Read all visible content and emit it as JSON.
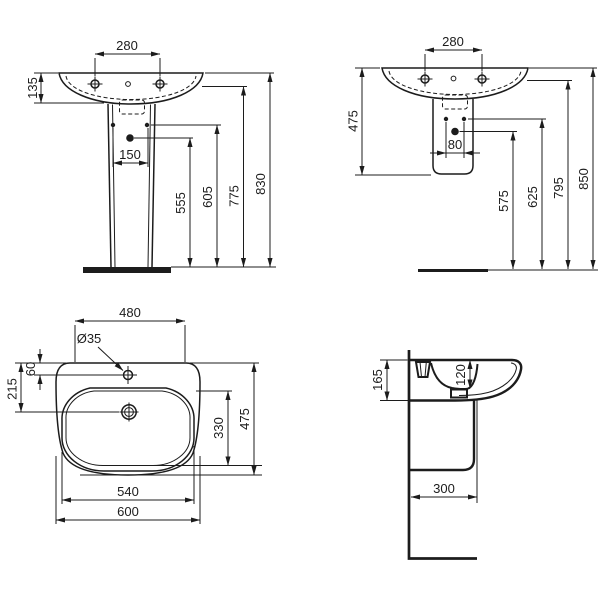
{
  "drawing": {
    "type": "technical-dimension-drawing",
    "subject": "pedestal washbasin",
    "units": "mm",
    "colors": {
      "line": "#1c1c1c",
      "background": "#ffffff"
    },
    "views": {
      "front_pedestal": {
        "label": "front view with full pedestal",
        "dims": {
          "tap_spacing": "280",
          "rim_height": "135",
          "fixing_spacing": "150",
          "outlet_height": "555",
          "fixing_height": "605",
          "underside_height": "775",
          "overall_height": "830"
        }
      },
      "front_semi": {
        "label": "front view with semi-pedestal",
        "dims": {
          "tap_spacing": "280",
          "semi_pedestal_height": "475",
          "fixing_spacing": "80",
          "outlet_height": "575",
          "fixing_height": "625",
          "underside_height": "795",
          "overall_height": "850"
        }
      },
      "plan": {
        "label": "plan view",
        "dims": {
          "rear_width": "480",
          "tap_hole_diameter": "Ø35",
          "tap_hole_offset": "60",
          "drain_offset": "215",
          "bowl_length": "330",
          "overall_depth": "475",
          "bowl_width": "540",
          "overall_width": "600"
        }
      },
      "side": {
        "label": "side view",
        "dims": {
          "rear_height": "165",
          "bowl_depth": "120",
          "projection": "300"
        }
      }
    }
  }
}
